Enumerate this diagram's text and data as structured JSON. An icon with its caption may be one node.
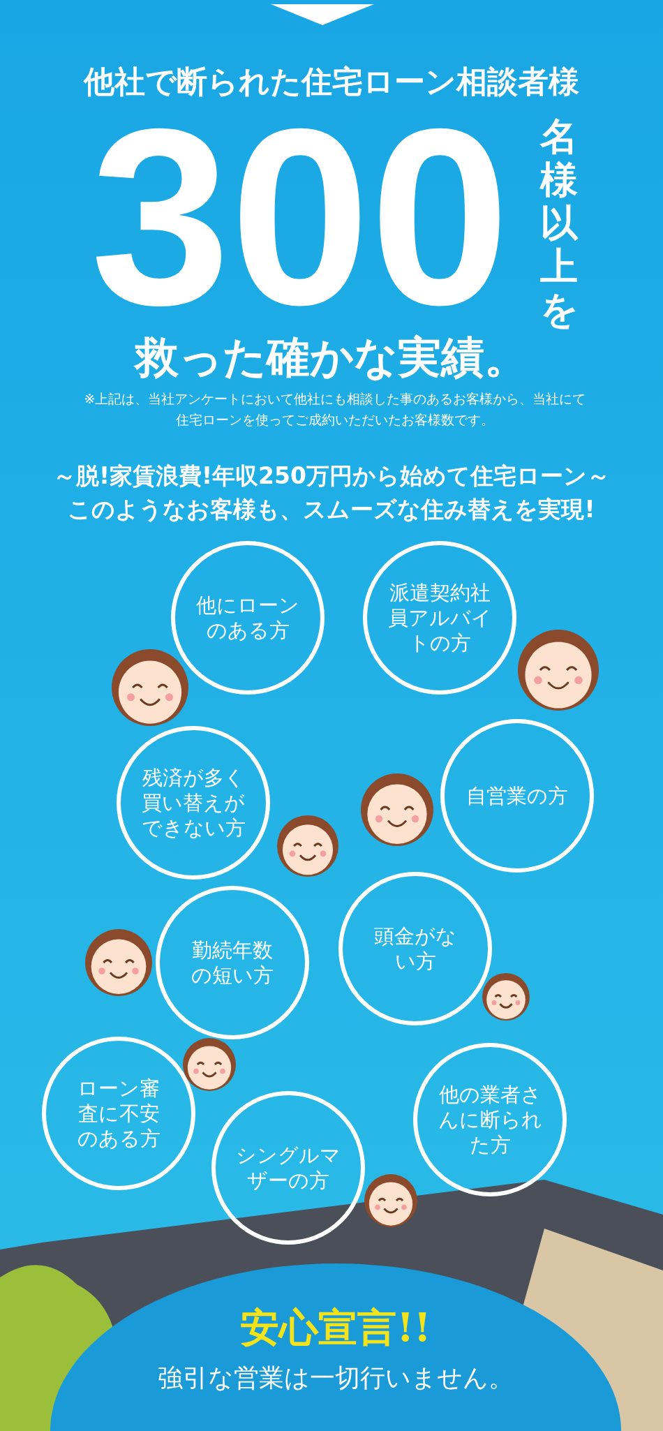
{
  "diagram": {
    "nodes": [
      {
        "text": [
          "他にローンのある方"
        ]
      },
      {
        "text": [
          "派遣契約社員アルバイトの方"
        ]
      },
      {
        "text": [
          "残済が多く買い替えができない方"
        ]
      },
      {
        "text": [
          "自営業の方"
        ]
      },
      {
        "text": [
          "勤続年数の短い方"
        ]
      },
      {
        "text": [
          "頭金がない方"
        ]
      },
      {
        "text": [
          "ローン審査に不安のある方"
        ]
      },
      {
        "text": [
          "シングルマザーの方"
        ]
      },
      {
        "text": [
          "他の業者さんに断られた方"
        ]
      },
      {
        "text": [
          "安心宣言!!",
          "強引な営業は一切行いません。"
        ]
      }
    ],
    "labels": [
      "他社で断られた住宅ローン相談者様",
      "300",
      "名様以上を",
      "救った確かな実績。",
      "※上記は、当社アンケートにおいて他社にも相談した事のあるお客様から、当社にて住宅ローンを使ってご成約いただいたお客様数です。",
      "～脱!家賃浪費!年収250万円から始めて住宅ローン～",
      "このようなお客様も、スムーズな住み替えを実現!"
    ]
  }
}
